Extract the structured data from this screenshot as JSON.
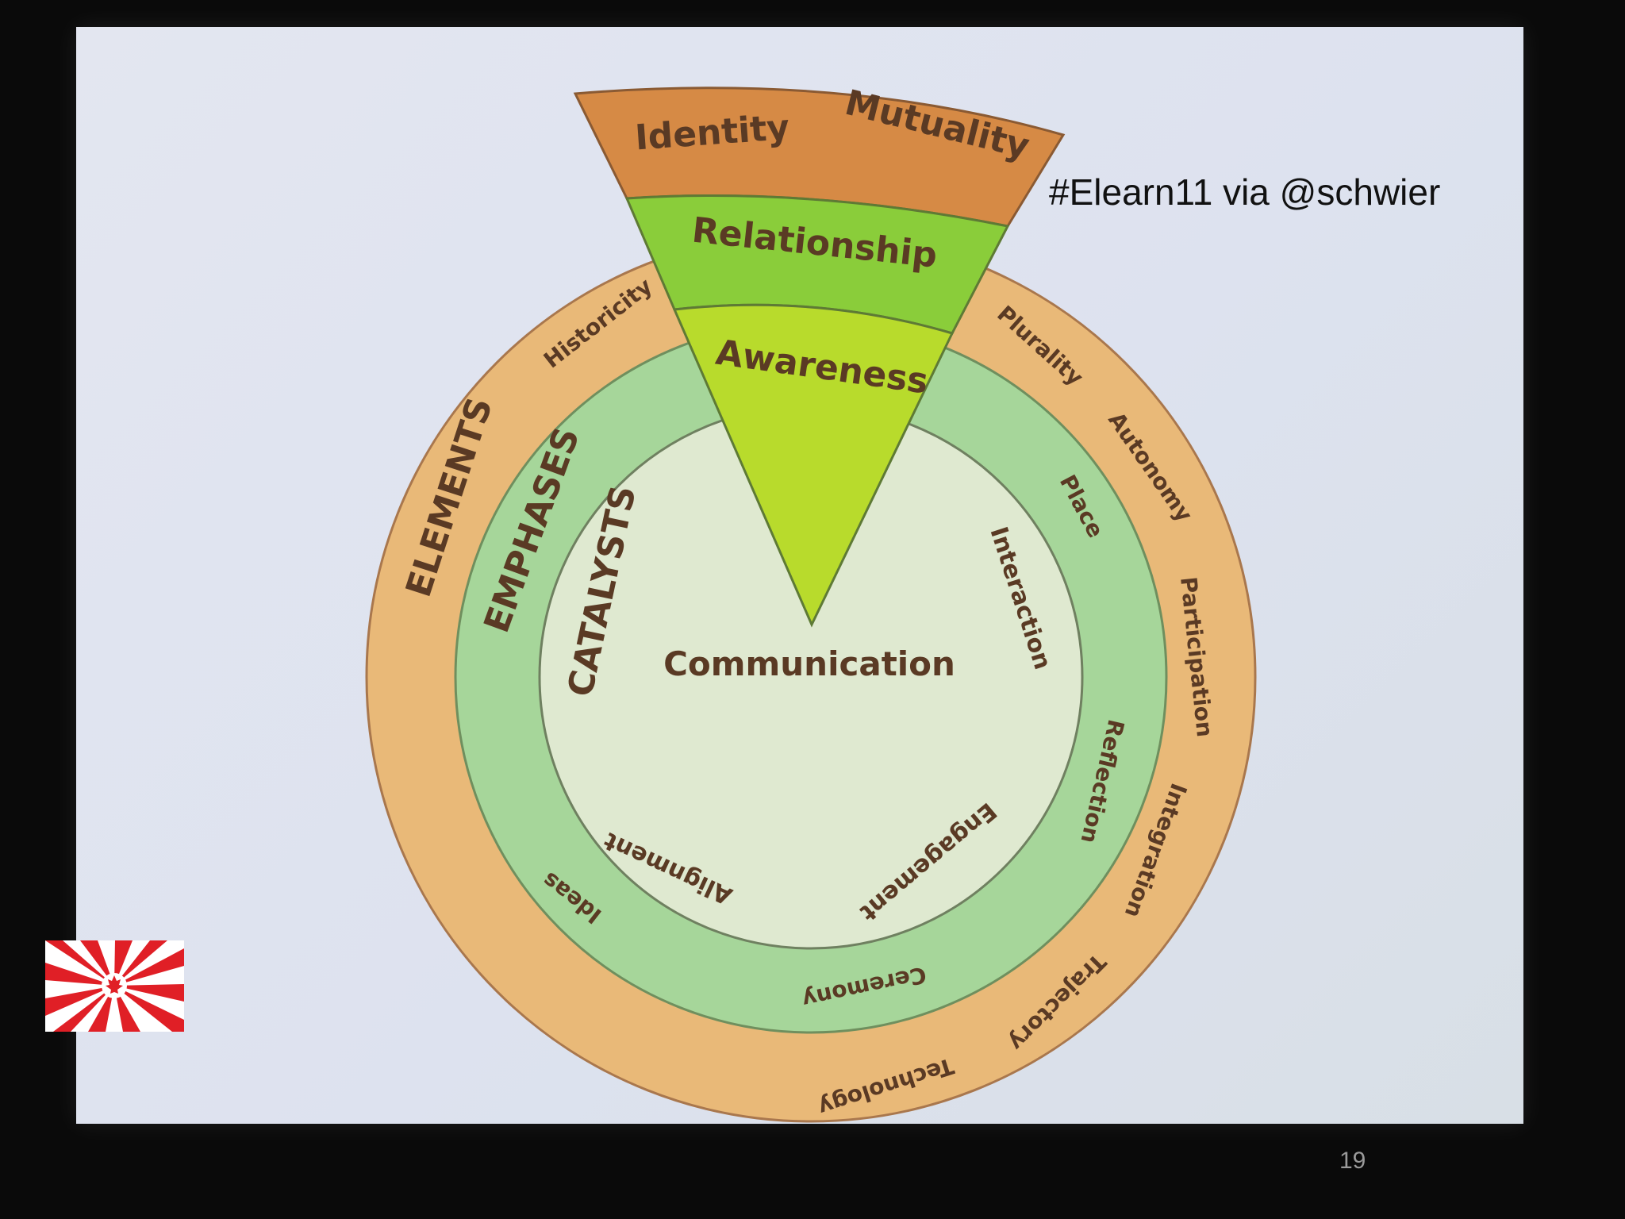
{
  "slide": {
    "caption": "#Elearn11 via @schwier",
    "page_number": "19"
  },
  "diagram": {
    "rings": {
      "outer": "ELEMENTS",
      "middle": "EMPHASES",
      "inner": "CATALYSTS"
    },
    "center": "Communication",
    "wedge": {
      "top": [
        "Identity",
        "Mutuality"
      ],
      "middle": "Relationship",
      "bottom": "Awareness"
    },
    "elements": [
      "Historicity",
      "Plurality",
      "Autonomy",
      "Participation",
      "Integration",
      "Trajectory",
      "Technology"
    ],
    "emphases": [
      "Place",
      "Reflection",
      "Ceremony",
      "Ideas"
    ],
    "catalysts": [
      "Interaction",
      "Engagement",
      "Alignment"
    ]
  },
  "colors": {
    "outer_ring": "#e9b978",
    "middle_ring": "#a6d69a",
    "inner_disk": "#dfe9d0",
    "wedge_top": "#d68a45",
    "wedge_middle": "#8acd3a",
    "wedge_bottom": "#b8db2c",
    "text": "#5a3a24",
    "flag_red": "#e01f26"
  }
}
